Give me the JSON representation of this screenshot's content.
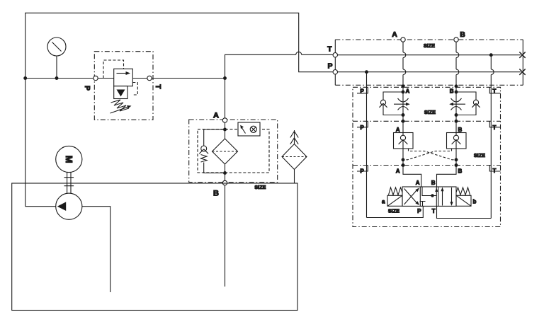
{
  "colors": {
    "line": "#1a1a1a",
    "background": "#ffffff"
  },
  "labels": {
    "relief_valve": {
      "p": "P",
      "t": "T"
    },
    "motor": "M",
    "filter": {
      "a": "A",
      "b": "B",
      "size": "SIZE"
    },
    "manifold": {
      "a": "A",
      "b": "B",
      "t": "T",
      "p": "P",
      "size": "SIZE"
    },
    "module1": {
      "p": "P",
      "a": "A",
      "b": "B",
      "t": "T",
      "size": "SIZE"
    },
    "module2": {
      "p": "P",
      "a": "A",
      "b": "B",
      "t": "T",
      "size": "SIZE"
    },
    "module3": {
      "p": "P",
      "a": "A",
      "b": "B",
      "t": "T",
      "size": "SIZE",
      "valve_a": "A",
      "valve_b": "B",
      "valve_p": "P",
      "valve_t": "T",
      "sol_a": "a",
      "sol_b": "b"
    }
  }
}
